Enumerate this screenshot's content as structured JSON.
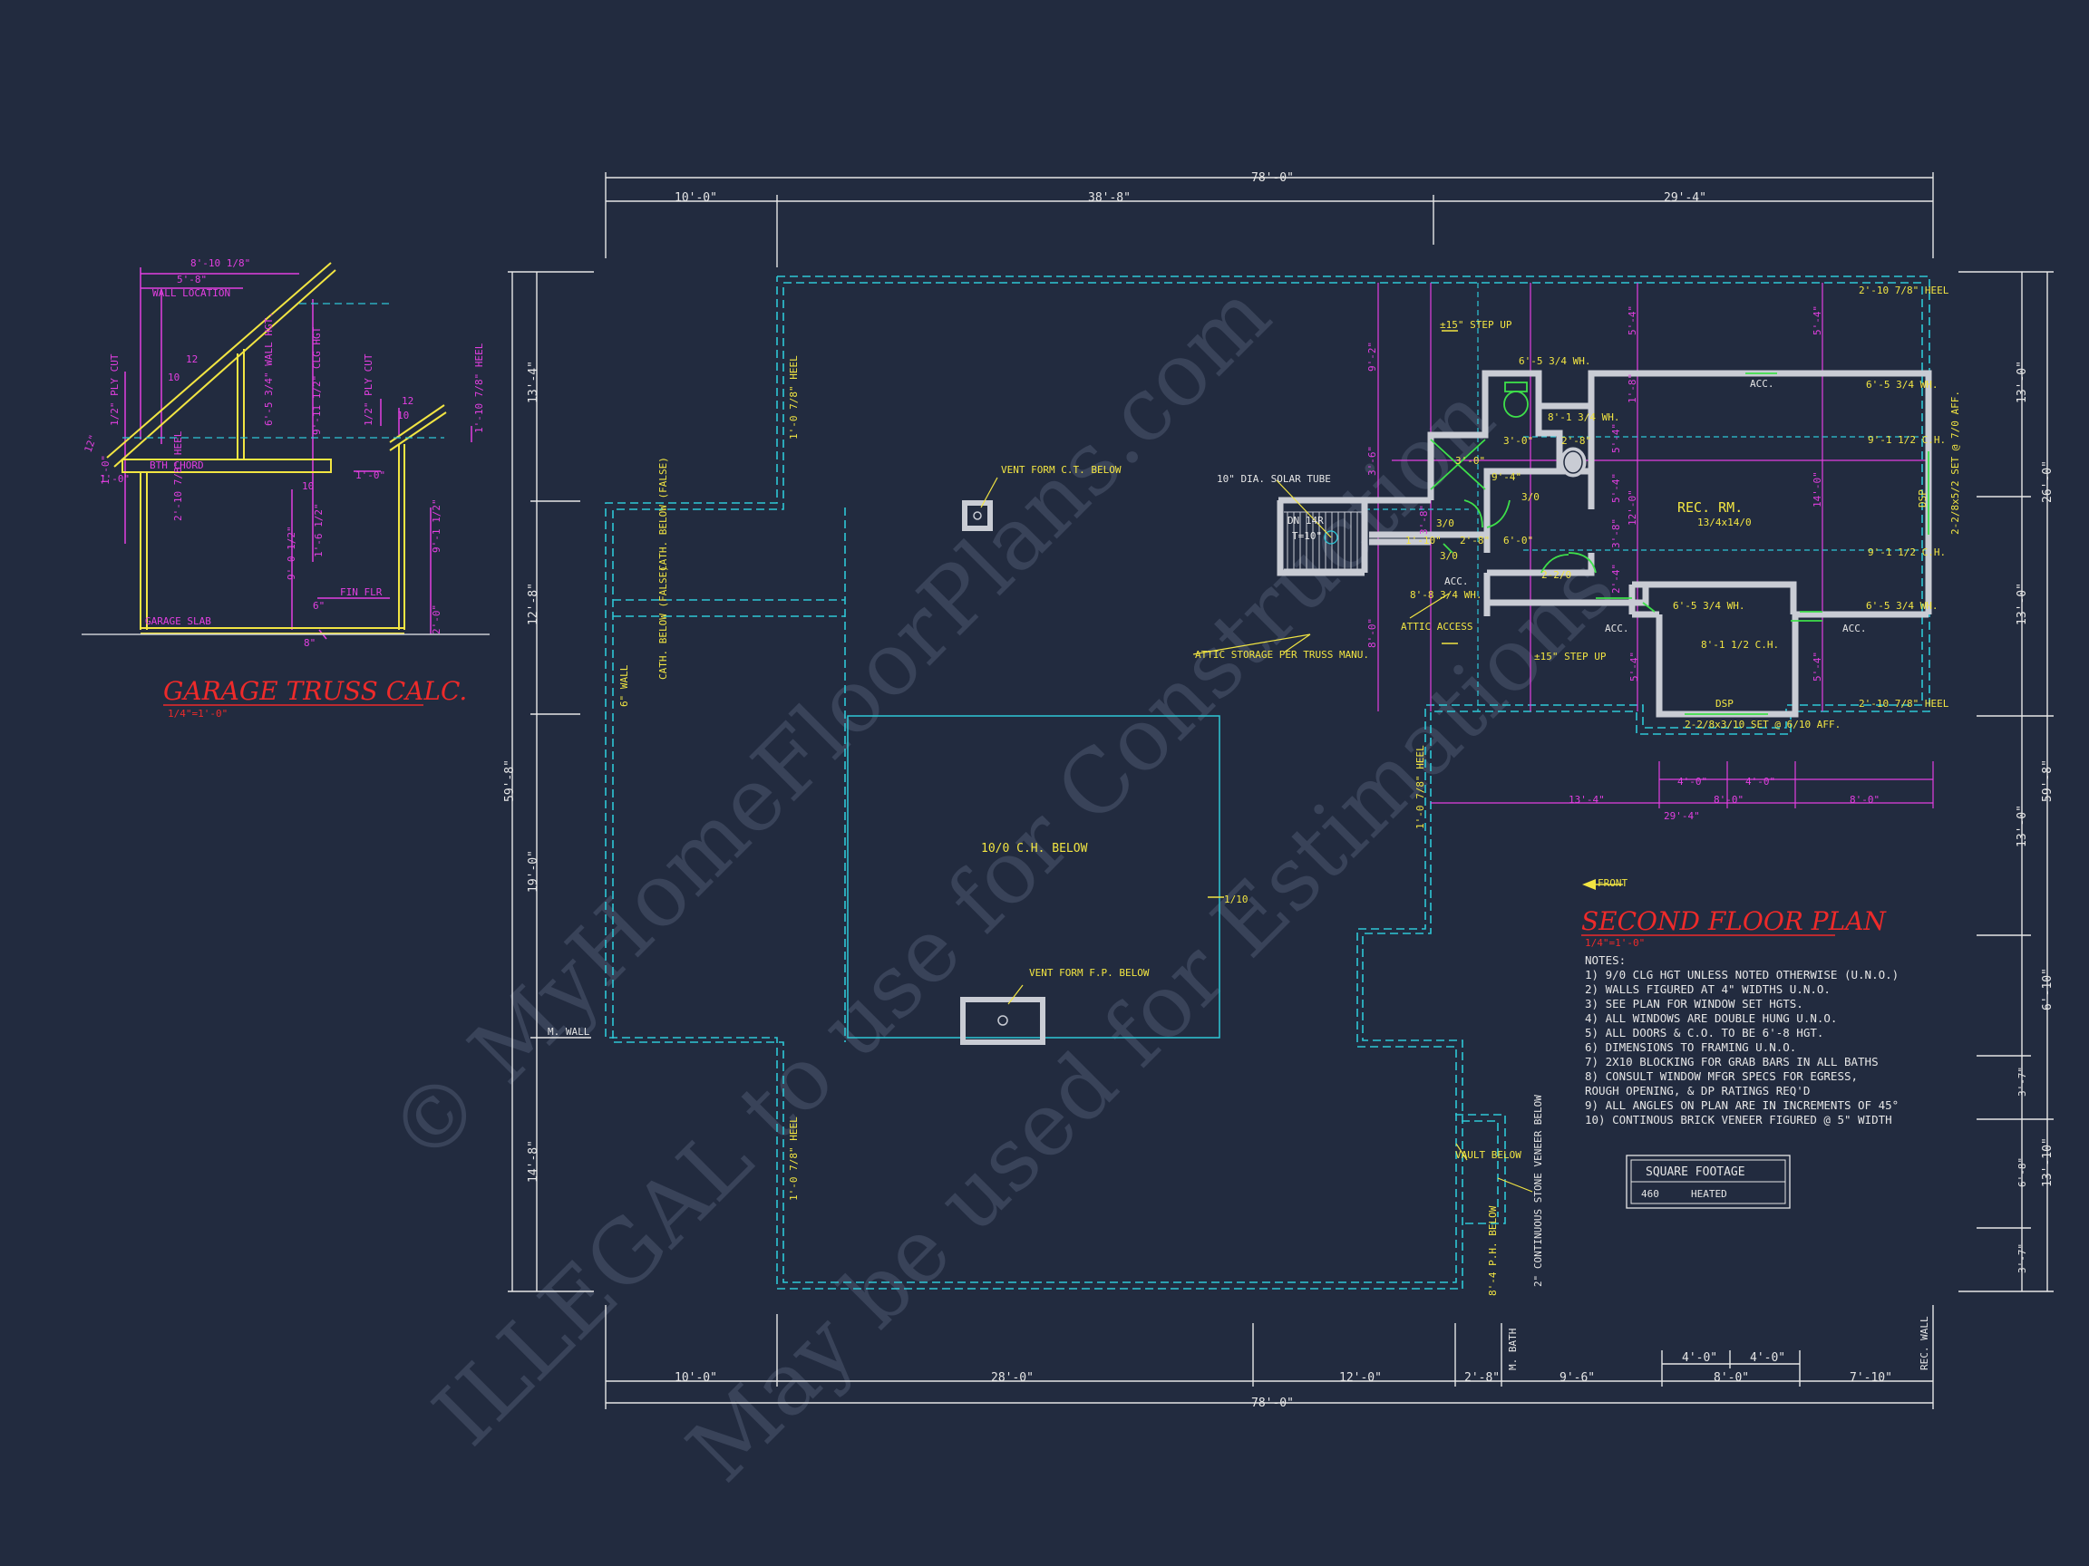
{
  "watermark": {
    "line1": "© MyHomeFloorPlans.com",
    "line2": "ILLEGAL to use for Construction",
    "line3": "May be used for Estimations"
  },
  "colors": {
    "background": "#222b3f",
    "wall": "#c9ccd4",
    "dimension": "#e6e6e6",
    "magenta": "#e23fe0",
    "cyan": "#2ec7d6",
    "yellow": "#f2e542",
    "green": "#3ee04a",
    "red": "#ee2a2a"
  },
  "truss": {
    "title": "GARAGE TRUSS CALC.",
    "scale": "1/4\"=1'-0\"",
    "labels": {
      "top_dim": "8'-10 1/8\"",
      "dim2": "5'-8\"",
      "wall_location": "WALL LOCATION",
      "pitch_left": "10",
      "pitch_left_run": "12",
      "wall_hgt": "6'-5 3/4\" WALL HGT.",
      "clg_hgt": "9'-11 1/2\" CLG HGT",
      "rafter_cut_left": "1/2\" PLY CUT",
      "rafter_cut_right": "1/2\" PLY CUT",
      "pitch_right": "10",
      "pitch_right_run": "12",
      "heel_right": "1'-10 7/8\" HEEL",
      "heel_left": "2'-10 7/8\" HEEL",
      "bth_chord": "BTH CHORD",
      "one_foot": "1'-0\"",
      "one_foot_right": "1'-0\"",
      "ten": "10",
      "nine": "9'-0 1/2\"",
      "one_six": "1'-6 1/2\"",
      "fin_flr": "FIN FLR",
      "garage_slab": "GARAGE SLAB",
      "right_2": "2'-0\"",
      "right_9": "9'-1 1/2\"",
      "small_6": "6\"",
      "small_8": "8\"",
      "left_12": "12\"",
      "left_1": "1'-0\""
    }
  },
  "plan": {
    "title": "SECOND FLOOR PLAN",
    "scale": "1/4\"=1'-0\"",
    "front_label": "FRONT",
    "top_dims": {
      "overall": "78'-0\"",
      "seg1": "10'-0\"",
      "seg2": "38'-8\"",
      "seg3": "29'-4\""
    },
    "bottom_dims": {
      "overall": "78'-0\"",
      "seg1": "10'-0\"",
      "seg2": "28'-0\"",
      "seg3": "12'-0\"",
      "seg4": "2'-8\"",
      "seg5": "9'-6\"",
      "seg6": "8'-0\"",
      "seg7": "7'-10\"",
      "sub1": "4'-0\"",
      "sub2": "4'-0\"",
      "m_bath": "M. BATH",
      "rec_wall": "REC. WALL"
    },
    "left_dims": {
      "overall": "59'-8\"",
      "seg1": "13'-4\"",
      "seg2": "12'-8\"",
      "seg3": "19'-0\"",
      "seg4": "14'-8\"",
      "m_wall": "M. WALL"
    },
    "right_dims": {
      "overall": "59'-8\"",
      "seg1": "13'-0\"",
      "seg2": "26'-0\"",
      "seg3": "13'-0\"",
      "seg4": "13'-0\"",
      "seg5": "6'-10\"",
      "seg6": "3'-7\"",
      "seg7": "6'-8\"",
      "seg8": "13'-10\"",
      "seg9": "3'-7\""
    },
    "inner_dims": {
      "a": "13'-4\"",
      "b": "4'-0\"",
      "c": "4'-0\"",
      "d": "8'-0\"",
      "e": "8'-0\"",
      "f": "29'-4\""
    },
    "labels": {
      "heel_top": "1'-0 7/8\" HEEL",
      "heel_bottom": "1'-0 7/8\" HEEL",
      "heel_mid": "1'-0 7/8\" HEEL",
      "vent_ct": "VENT FORM C.T. BELOW",
      "vent_fp": "VENT FORM F.P. BELOW",
      "solar_tube": "10\" DIA. SOLAR TUBE",
      "attic_storage": "ATTIC STORAGE PER TRUSS MANU.",
      "attic_access": "ATTIC ACCESS",
      "cath1": "CATH. BELOW (FALSE)",
      "cath2": "CATH. BELOW (FALSE)",
      "six_wall": "6\" WALL",
      "ch_below": "10/0 C.H. BELOW",
      "ten_ten": "1/10",
      "vault_below": "VAULT BELOW",
      "ph_below": "8'-4 P.H. BELOW",
      "stone_veneer": "2\" CONTINUOUS STONE VENEER BELOW",
      "step_up_top": "±15\" STEP UP",
      "step_up_bottom": "±15\" STEP UP",
      "dn14r": "DN 14R",
      "t10": "T=10\"",
      "rec_rm": "REC. RM.",
      "rec_rm_size": "13/4x14/0",
      "heel_r1": "2'-10 7/8\" HEEL",
      "heel_r2": "2'-10 7/8\" HEEL",
      "wh1": "6'-5 3/4 WH.",
      "wh2": "6'-5 3/4 WH.",
      "wh3": "6'-5 3/4 WH.",
      "wh4": "6'-5 3/4 WH.",
      "wh5": "8'-8 3/4 WH.",
      "wh6": "8'-1 3/4 WH.",
      "ch1": "9'-1 1/2 C.H.",
      "ch2": "9'-1 1/2 C.H.",
      "ch3": "8'-1 1/2 C.H.",
      "acc1": "ACC.",
      "acc2": "ACC.",
      "acc3": "ACC.",
      "acc4": "ACC.",
      "dsp1": "DSP",
      "dsp2": "DSP",
      "win1": "2-2/8x5/2 SET @ 7/0 AFF.",
      "win2": "2-2/8x3/10 SET @ 6/10 AFF.",
      "r1": "3/0",
      "r2": "3'-0\"",
      "r3": "3'-0\"",
      "r4": "2'-8\"",
      "r5": "9'-4\"",
      "r6": "3/0",
      "r7": "3/0",
      "r8": "6'-0\"",
      "r9": "2'-8\"",
      "r10": "2-2/0",
      "r11": "1'-10\"",
      "v1": "9'-2\"",
      "v2": "3'-6\"",
      "v3": "3'-8\"",
      "v4": "8'-0\"",
      "v5": "5'-4\"",
      "v6": "1'-8\"",
      "v7": "5'-4\"",
      "v8": "12'-0\"",
      "v9": "5'-4\"",
      "v10": "3'-8\"",
      "v11": "2'-4\"",
      "v12": "5'-4\"",
      "v13": "5'-4\"",
      "v14": "14'-0\"",
      "v15": "5'-4\""
    },
    "notes_title": "NOTES:",
    "notes": [
      "1)  9/0 CLG HGT UNLESS NOTED OTHERWISE (U.N.O.)",
      "2)  WALLS FIGURED AT 4\" WIDTHS U.N.O.",
      "3)  SEE PLAN FOR WINDOW SET HGTS.",
      "4)  ALL WINDOWS ARE DOUBLE HUNG U.N.O.",
      "5)  ALL DOORS & C.O. TO BE 6'-8 HGT.",
      "6)  DIMENSIONS TO FRAMING U.N.O.",
      "7)  2X10 BLOCKING FOR GRAB BARS IN ALL BATHS",
      "8)  CONSULT WINDOW MFGR SPECS FOR EGRESS,",
      "     ROUGH OPENING, & DP RATINGS REQ'D",
      "9)  ALL ANGLES ON PLAN ARE IN INCREMENTS OF 45°",
      "10) CONTINOUS BRICK VENEER FIGURED @ 5\" WIDTH"
    ],
    "square_footage": {
      "title": "SQUARE FOOTAGE",
      "value": "460",
      "label": "HEATED"
    }
  }
}
